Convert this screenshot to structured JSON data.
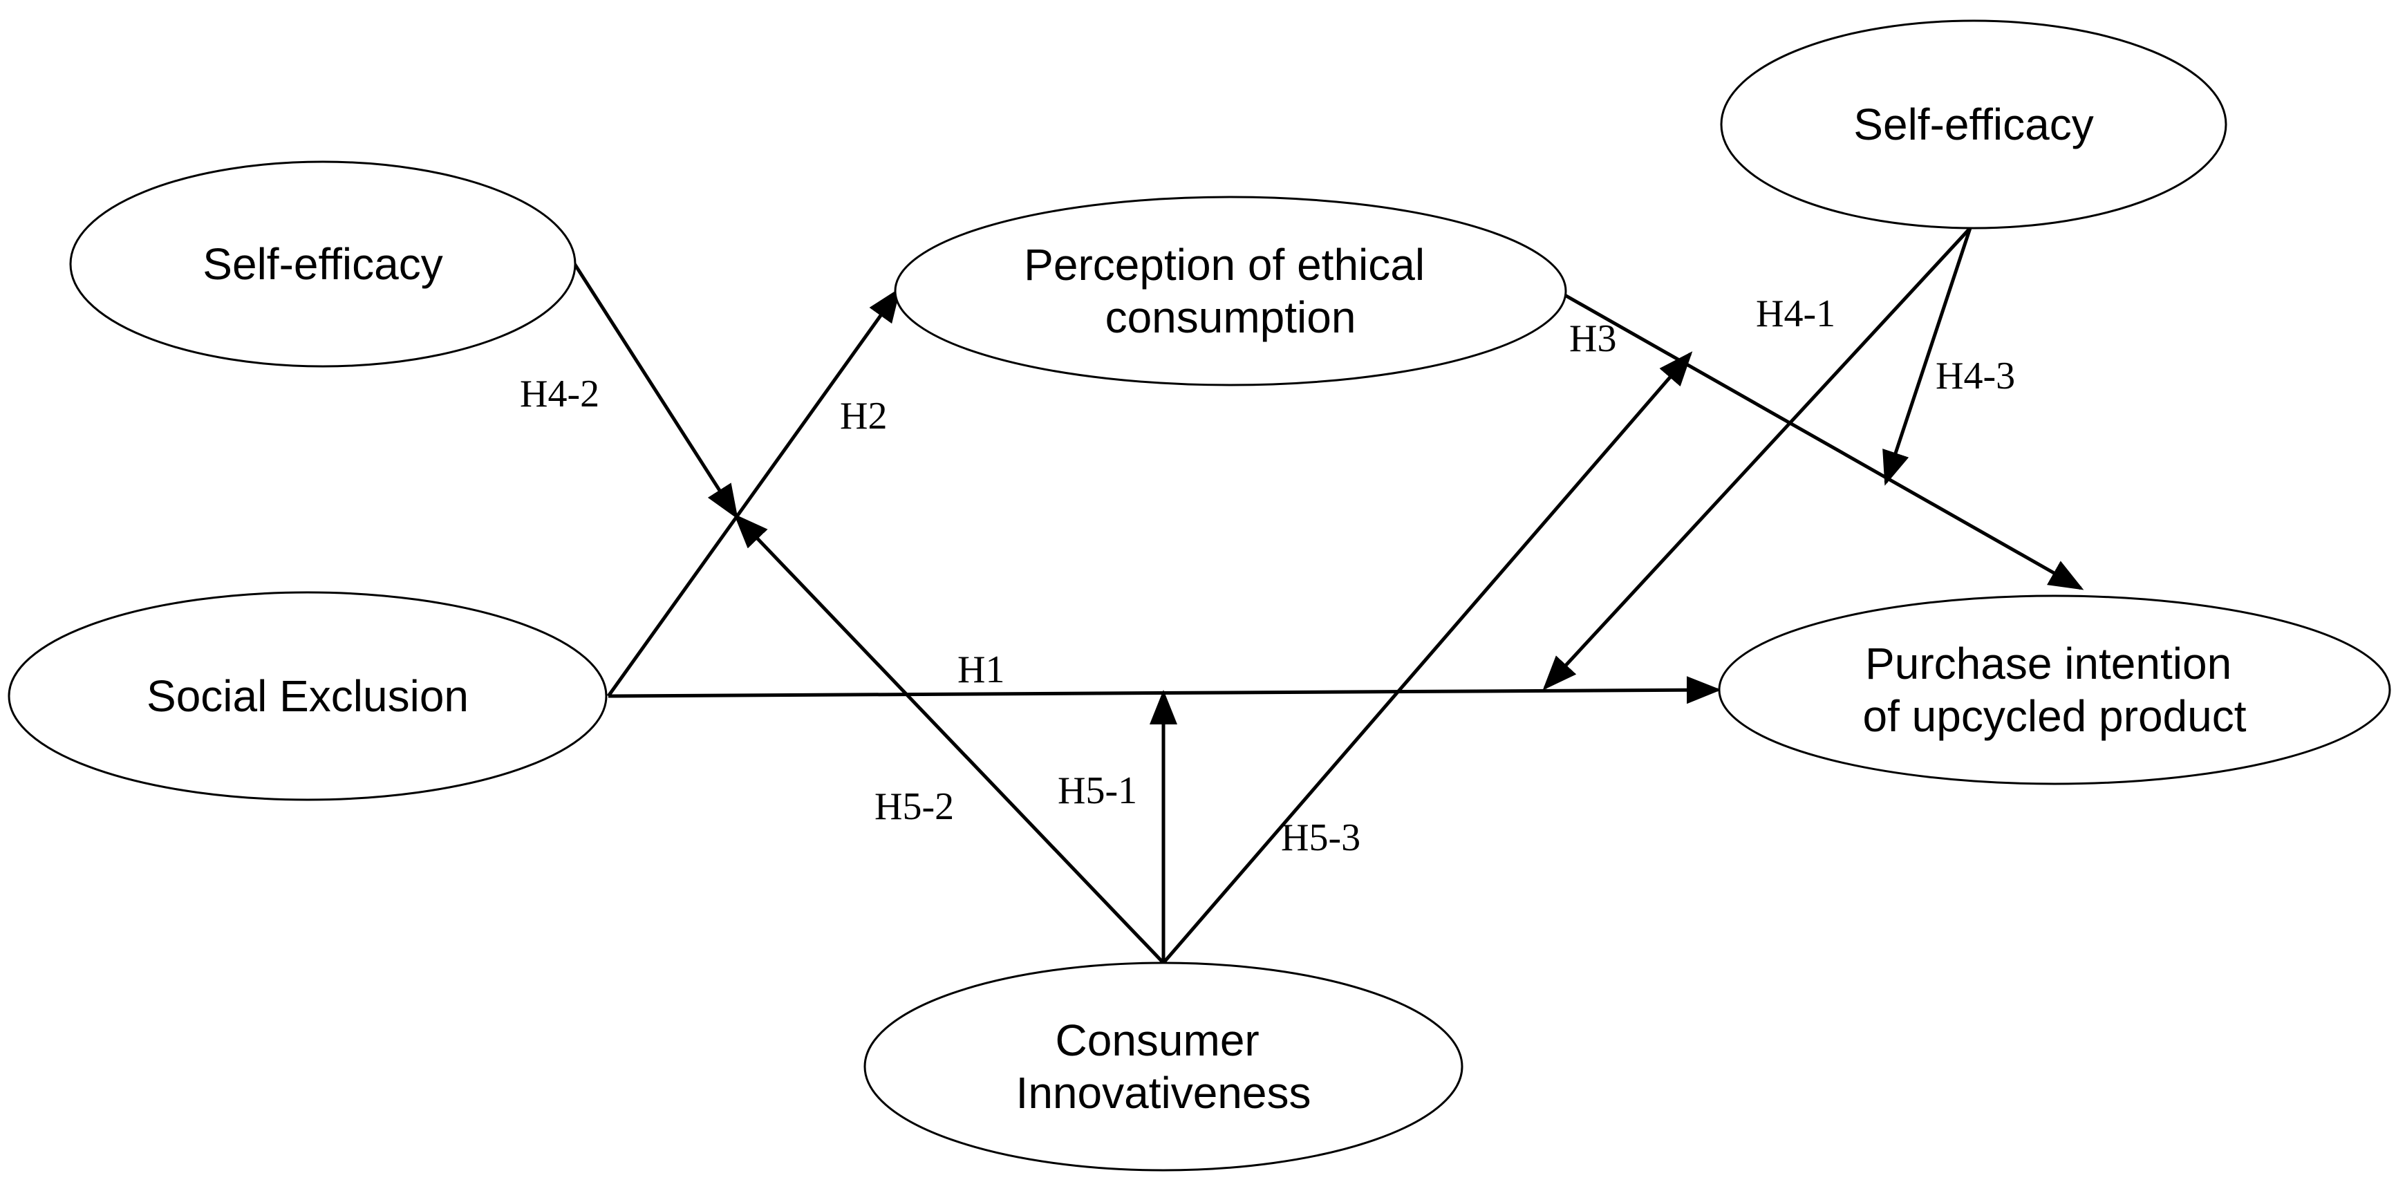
{
  "nodes": {
    "self_efficacy_left": {
      "lines": [
        "Self-efficacy"
      ]
    },
    "perception_ethical": {
      "lines": [
        "Perception of ethical",
        "consumption"
      ]
    },
    "self_efficacy_right": {
      "lines": [
        "Self-efficacy"
      ]
    },
    "social_exclusion": {
      "lines": [
        "Social Exclusion"
      ]
    },
    "purchase_intention": {
      "lines": [
        "Purchase intention",
        "of upcycled product"
      ]
    },
    "consumer_innovativeness": {
      "lines": [
        "Consumer",
        "Innovativeness"
      ]
    }
  },
  "edges": {
    "h1": "H1",
    "h2": "H2",
    "h3": "H3",
    "h4_1": "H4-1",
    "h4_2": "H4-2",
    "h4_3": "H4-3",
    "h5_1": "H5-1",
    "h5_2": "H5-2",
    "h5_3": "H5-3"
  },
  "colors": {
    "stroke": "#000000",
    "background": "#ffffff"
  }
}
